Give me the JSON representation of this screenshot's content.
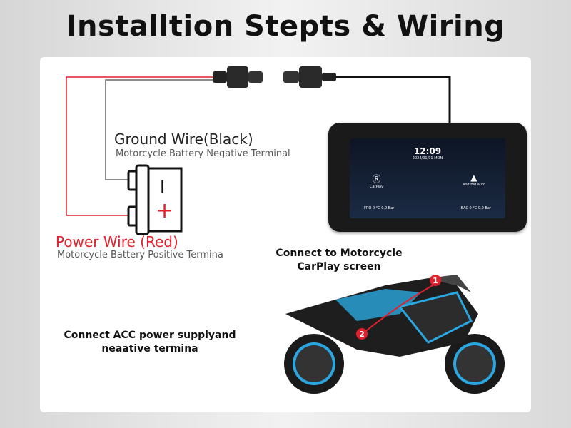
{
  "title": "Installtion Stepts & Wiring",
  "ground": {
    "label": "Ground Wire(Black)",
    "sub": "Motorcycle Battery Negative Terminal"
  },
  "power": {
    "label": "Power Wire (Red)",
    "sub": "Motorcycle Battery Positive Termina"
  },
  "battery": {
    "minus": "I",
    "plus": "+"
  },
  "connect_screen": [
    "Connect to Motorcycle",
    "CarPlay screen"
  ],
  "connect_acc": [
    "Connect ACC power supplyand",
    "neaative termina"
  ],
  "device": {
    "time": "12:09",
    "date": "2024/01/01 MON",
    "carplay": "CarPlay",
    "android": "Android auto",
    "front": "FRO  0  °C  0.0 Bar",
    "back": "BAC  0  °C  0.0 Bar"
  },
  "markers": [
    "1",
    "2"
  ],
  "colors": {
    "red": "#e0202c",
    "accent": "#2aa7e0"
  }
}
